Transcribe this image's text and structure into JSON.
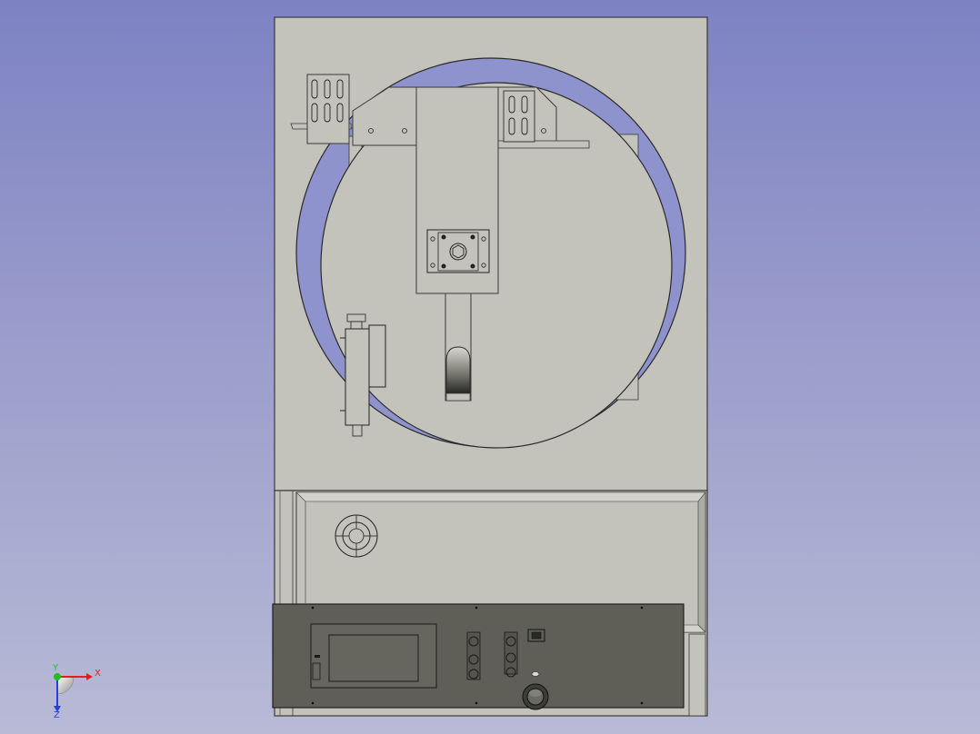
{
  "viewer": {
    "colors": {
      "background_top": "#7d82c3",
      "background_bottom": "#b8bad6",
      "cabinet_body": "#c3c3bb",
      "control_panel": "#5f5f58",
      "edge": "#3a3a3a",
      "wheel_opening": "#8f93cd"
    }
  },
  "axis_triad": {
    "x_label": "X",
    "y_label": "Y",
    "z_label": "Z",
    "x_color": "#e02020",
    "y_color": "#20c020",
    "z_color": "#2040e0"
  }
}
